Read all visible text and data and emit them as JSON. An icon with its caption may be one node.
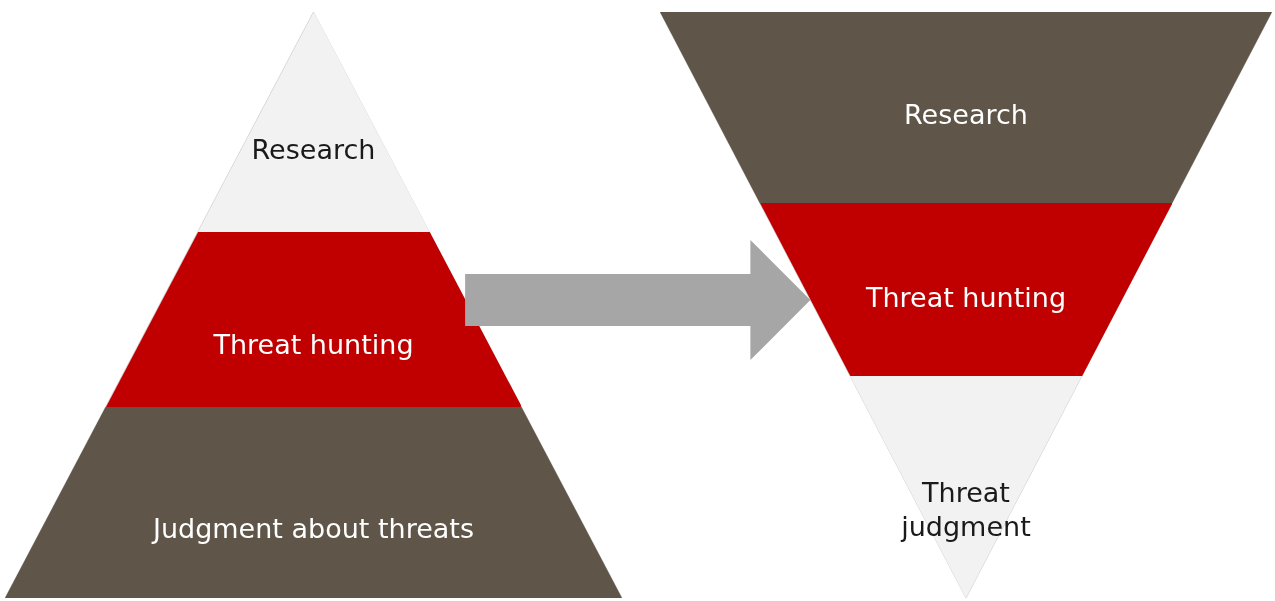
{
  "diagram": {
    "nodes": [
      {
        "text": [],
        "shape": "triangle"
      },
      {
        "text": [
          "Research"
        ],
        "in": 0
      },
      {
        "text": [
          "Threat hunting"
        ],
        "in": 0
      },
      {
        "text": [
          "Judgment about threats"
        ],
        "in": 0
      },
      {
        "text": [],
        "shape": "triangle"
      },
      {
        "text": [
          "Research"
        ],
        "in": 4
      },
      {
        "text": [
          "Threat hunting"
        ],
        "in": 4
      },
      {
        "text": [
          "Threat judgment"
        ],
        "in": 4
      }
    ],
    "edges": [
      {
        "from": 0,
        "to": 4,
        "arrow": "to"
      }
    ]
  }
}
